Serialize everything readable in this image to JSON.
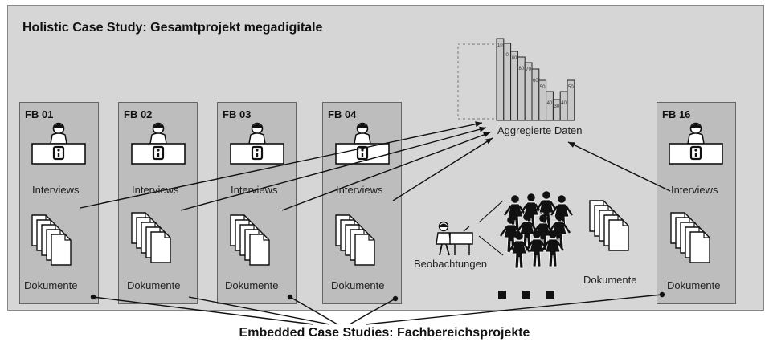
{
  "diagram": {
    "title": "Holistic Case Study: Gesamtprojekt megadigitale",
    "bottom_title": "Embedded Case Studies: Fachbereichsprojekte",
    "aggregate_label": "Aggregierte Daten",
    "aggregate_bar_labels": [
      "10",
      "0",
      "80",
      "80",
      "70",
      "60",
      "50",
      "40",
      "30",
      "40",
      "50"
    ],
    "observation_label": "Beobachtungen",
    "extra_documents_label": "Dokumente",
    "departments": [
      {
        "id": "FB 01",
        "interviews_label": "Interviews",
        "documents_label": "Dokumente"
      },
      {
        "id": "FB 02",
        "interviews_label": "Interviews",
        "documents_label": "Dokumente"
      },
      {
        "id": "FB 03",
        "interviews_label": "Interviews",
        "documents_label": "Dokumente"
      },
      {
        "id": "FB 04",
        "interviews_label": "Interviews",
        "documents_label": "Dokumente"
      },
      {
        "id": "FB 16",
        "interviews_label": "Interviews",
        "documents_label": "Dokumente"
      }
    ],
    "ellipsis_marker_count": 3
  }
}
